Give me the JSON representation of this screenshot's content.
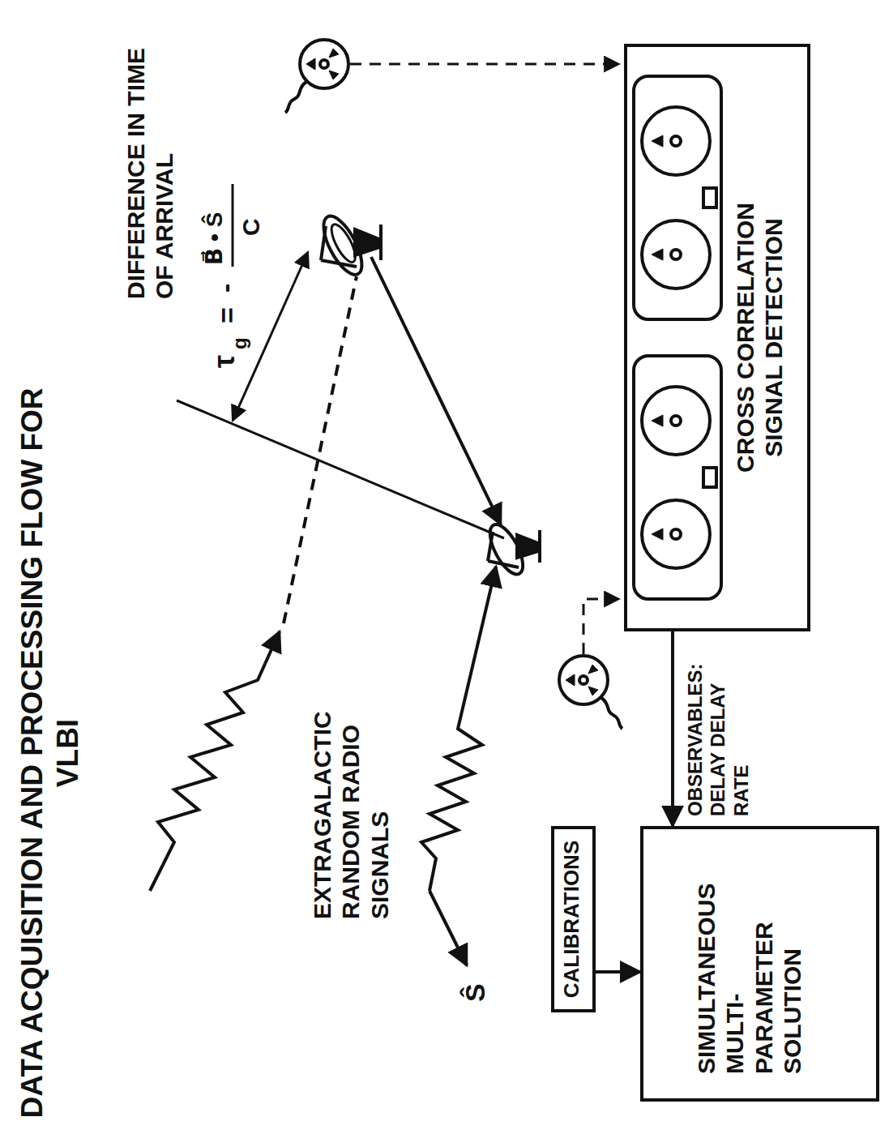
{
  "diagram": {
    "title": "DATA ACQUISITION AND PROCESSING FLOW FOR VLBI",
    "nodes": [
      {
        "text": [
          "CROSS CORRELATION SIGNAL DETECTION"
        ]
      },
      {
        "text": [
          "CALIBRATIONS"
        ]
      },
      {
        "text": [
          "SIMULTANEOUS MULTI-PARAMETER SOLUTION"
        ]
      }
    ],
    "edges": [
      {
        "from": 0,
        "to": 2,
        "arrow": "to",
        "label": "OBSERVABLES: DELAY DELAY RATE"
      },
      {
        "from": 1,
        "to": 2,
        "arrow": "to"
      }
    ],
    "labels": [
      "DIFFERENCE IN TIME OF ARRIVAL",
      "τ",
      "g",
      "=",
      "-",
      "B⃗ • Ŝ",
      "C",
      "EXTRAGALACTIC RANDOM RADIO SIGNALS",
      "Ŝ"
    ]
  }
}
